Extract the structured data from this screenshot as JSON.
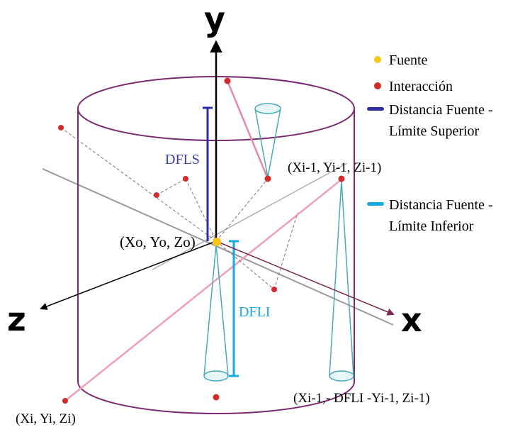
{
  "axes": {
    "y": "y",
    "z": "z",
    "x": "x"
  },
  "labels": {
    "dfls": "DFLS",
    "dfli": "DFLI",
    "origin": "(Xo, Yo, Zo)",
    "prev_point": "(Xi-1, Yi-1, Zi-1)",
    "current_point": "(Xi, Yi, Zi)",
    "projected_point": "(Xi-1,- DFLI -Yi-1, Zi-1)"
  },
  "legend": {
    "items": [
      {
        "label": "Fuente",
        "color": "#f5c518",
        "marker": "dot"
      },
      {
        "label": "Interacción",
        "color": "#d22b2b",
        "marker": "dot"
      },
      {
        "label": "Distancia Fuente - Límite Superior",
        "line1": "Distancia Fuente -",
        "line2": "Límite Superior",
        "color": "#2b2ea6",
        "marker": "bar"
      },
      {
        "label": "Distancia Fuente - Límite Inferior",
        "line1": "Distancia Fuente -",
        "line2": "Límite Inferior",
        "color": "#18a8e0",
        "marker": "bar"
      }
    ]
  },
  "colors": {
    "cylinder": "#7a2a70",
    "dfls": "#2b2ea6",
    "dfli": "#18a8e0",
    "source": "#f5c518",
    "interaction": "#d22b2b",
    "path_pink": "#f0a0b4",
    "cone": "#4aa8b8"
  }
}
